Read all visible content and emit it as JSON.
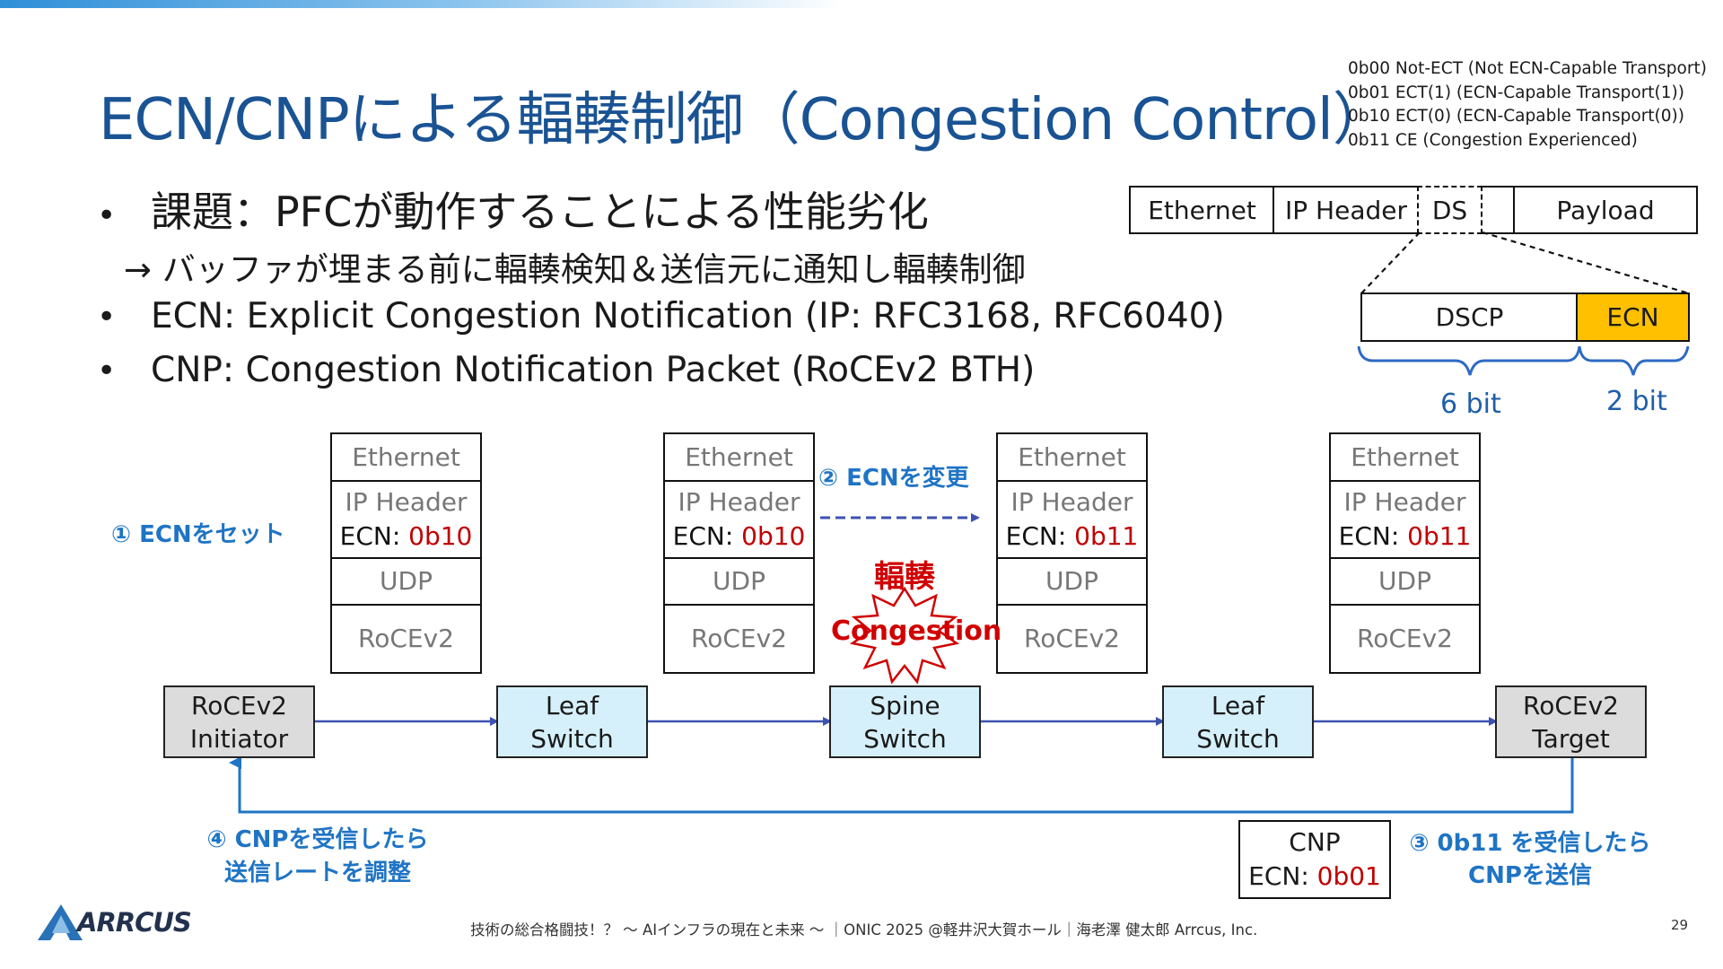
{
  "slide": {
    "title": "ECN/CNPによる輻輳制御（Congestion Control）",
    "page_number": "29",
    "footer": "技術の総合格闘技！？ ～ AIインフラの現在と未来 ～ ｜ONIC 2025 @軽井沢大賀ホール｜海老澤 健太郎 Arrcus, Inc.",
    "logo_text": "ARRCUS"
  },
  "ecn_legend": [
    "0b00 Not-ECT (Not ECN-Capable Transport)",
    "0b01 ECT(1) (ECN-Capable Transport(1))",
    "0b10 ECT(0) (ECN-Capable Transport(0))",
    "0b11 CE (Congestion Experienced)"
  ],
  "bullets": {
    "dot": "•",
    "issue": "課題：PFCが動作することによる性能劣化",
    "issue_followup": "→ バッファが埋まる前に輻輳検知＆送信元に通知し輻輳制御",
    "ecn": "ECN: Explicit Congestion Notification (IP: RFC3168, RFC6040)",
    "cnp": "CNP: Congestion Notification Packet (RoCEv2 BTH)"
  },
  "packet_header": {
    "fields": [
      "Ethernet",
      "IP Header",
      "DS",
      "Payload"
    ],
    "ds_fields": [
      "DSCP",
      "ECN"
    ],
    "bit_labels": [
      "6 bit",
      "2 bit"
    ],
    "ecn_highlight_color": "#ffc000"
  },
  "stacks": [
    {
      "ethernet": "Ethernet",
      "ip": "IP Header",
      "ecn_label": "ECN: ",
      "ecn_value": "0b10",
      "udp": "UDP",
      "roce": "RoCEv2"
    },
    {
      "ethernet": "Ethernet",
      "ip": "IP Header",
      "ecn_label": "ECN: ",
      "ecn_value": "0b10",
      "udp": "UDP",
      "roce": "RoCEv2"
    },
    {
      "ethernet": "Ethernet",
      "ip": "IP Header",
      "ecn_label": "ECN: ",
      "ecn_value": "0b11",
      "udp": "UDP",
      "roce": "RoCEv2"
    },
    {
      "ethernet": "Ethernet",
      "ip": "IP Header",
      "ecn_label": "ECN: ",
      "ecn_value": "0b11",
      "udp": "UDP",
      "roce": "RoCEv2"
    }
  ],
  "nodes": [
    {
      "line1": "RoCEv2",
      "line2": "Initiator",
      "style": "gray"
    },
    {
      "line1": "Leaf",
      "line2": "Switch",
      "style": "blue"
    },
    {
      "line1": "Spine",
      "line2": "Switch",
      "style": "blue"
    },
    {
      "line1": "Leaf",
      "line2": "Switch",
      "style": "blue"
    },
    {
      "line1": "RoCEv2",
      "line2": "Target",
      "style": "gray"
    }
  ],
  "callouts": {
    "step1": "① ECNをセット",
    "step2": "② ECNを変更",
    "step3_line1": "③ 0b11 を受信したら",
    "step3_line2": "CNPを送信",
    "step4_line1": "④ CNPを受信したら",
    "step4_line2": "送信レートを調整"
  },
  "congestion": {
    "label_jp": "輻輳",
    "label_en": "Congestion"
  },
  "cnp_packet": {
    "name": "CNP",
    "ecn_label": "ECN: ",
    "ecn_value": "0b01"
  },
  "colors": {
    "title": "#1a5393",
    "callout": "#1f74c4",
    "flow_arrow": "#3d52b0",
    "ecn_value": "#c00000",
    "congestion": "#d10000"
  }
}
